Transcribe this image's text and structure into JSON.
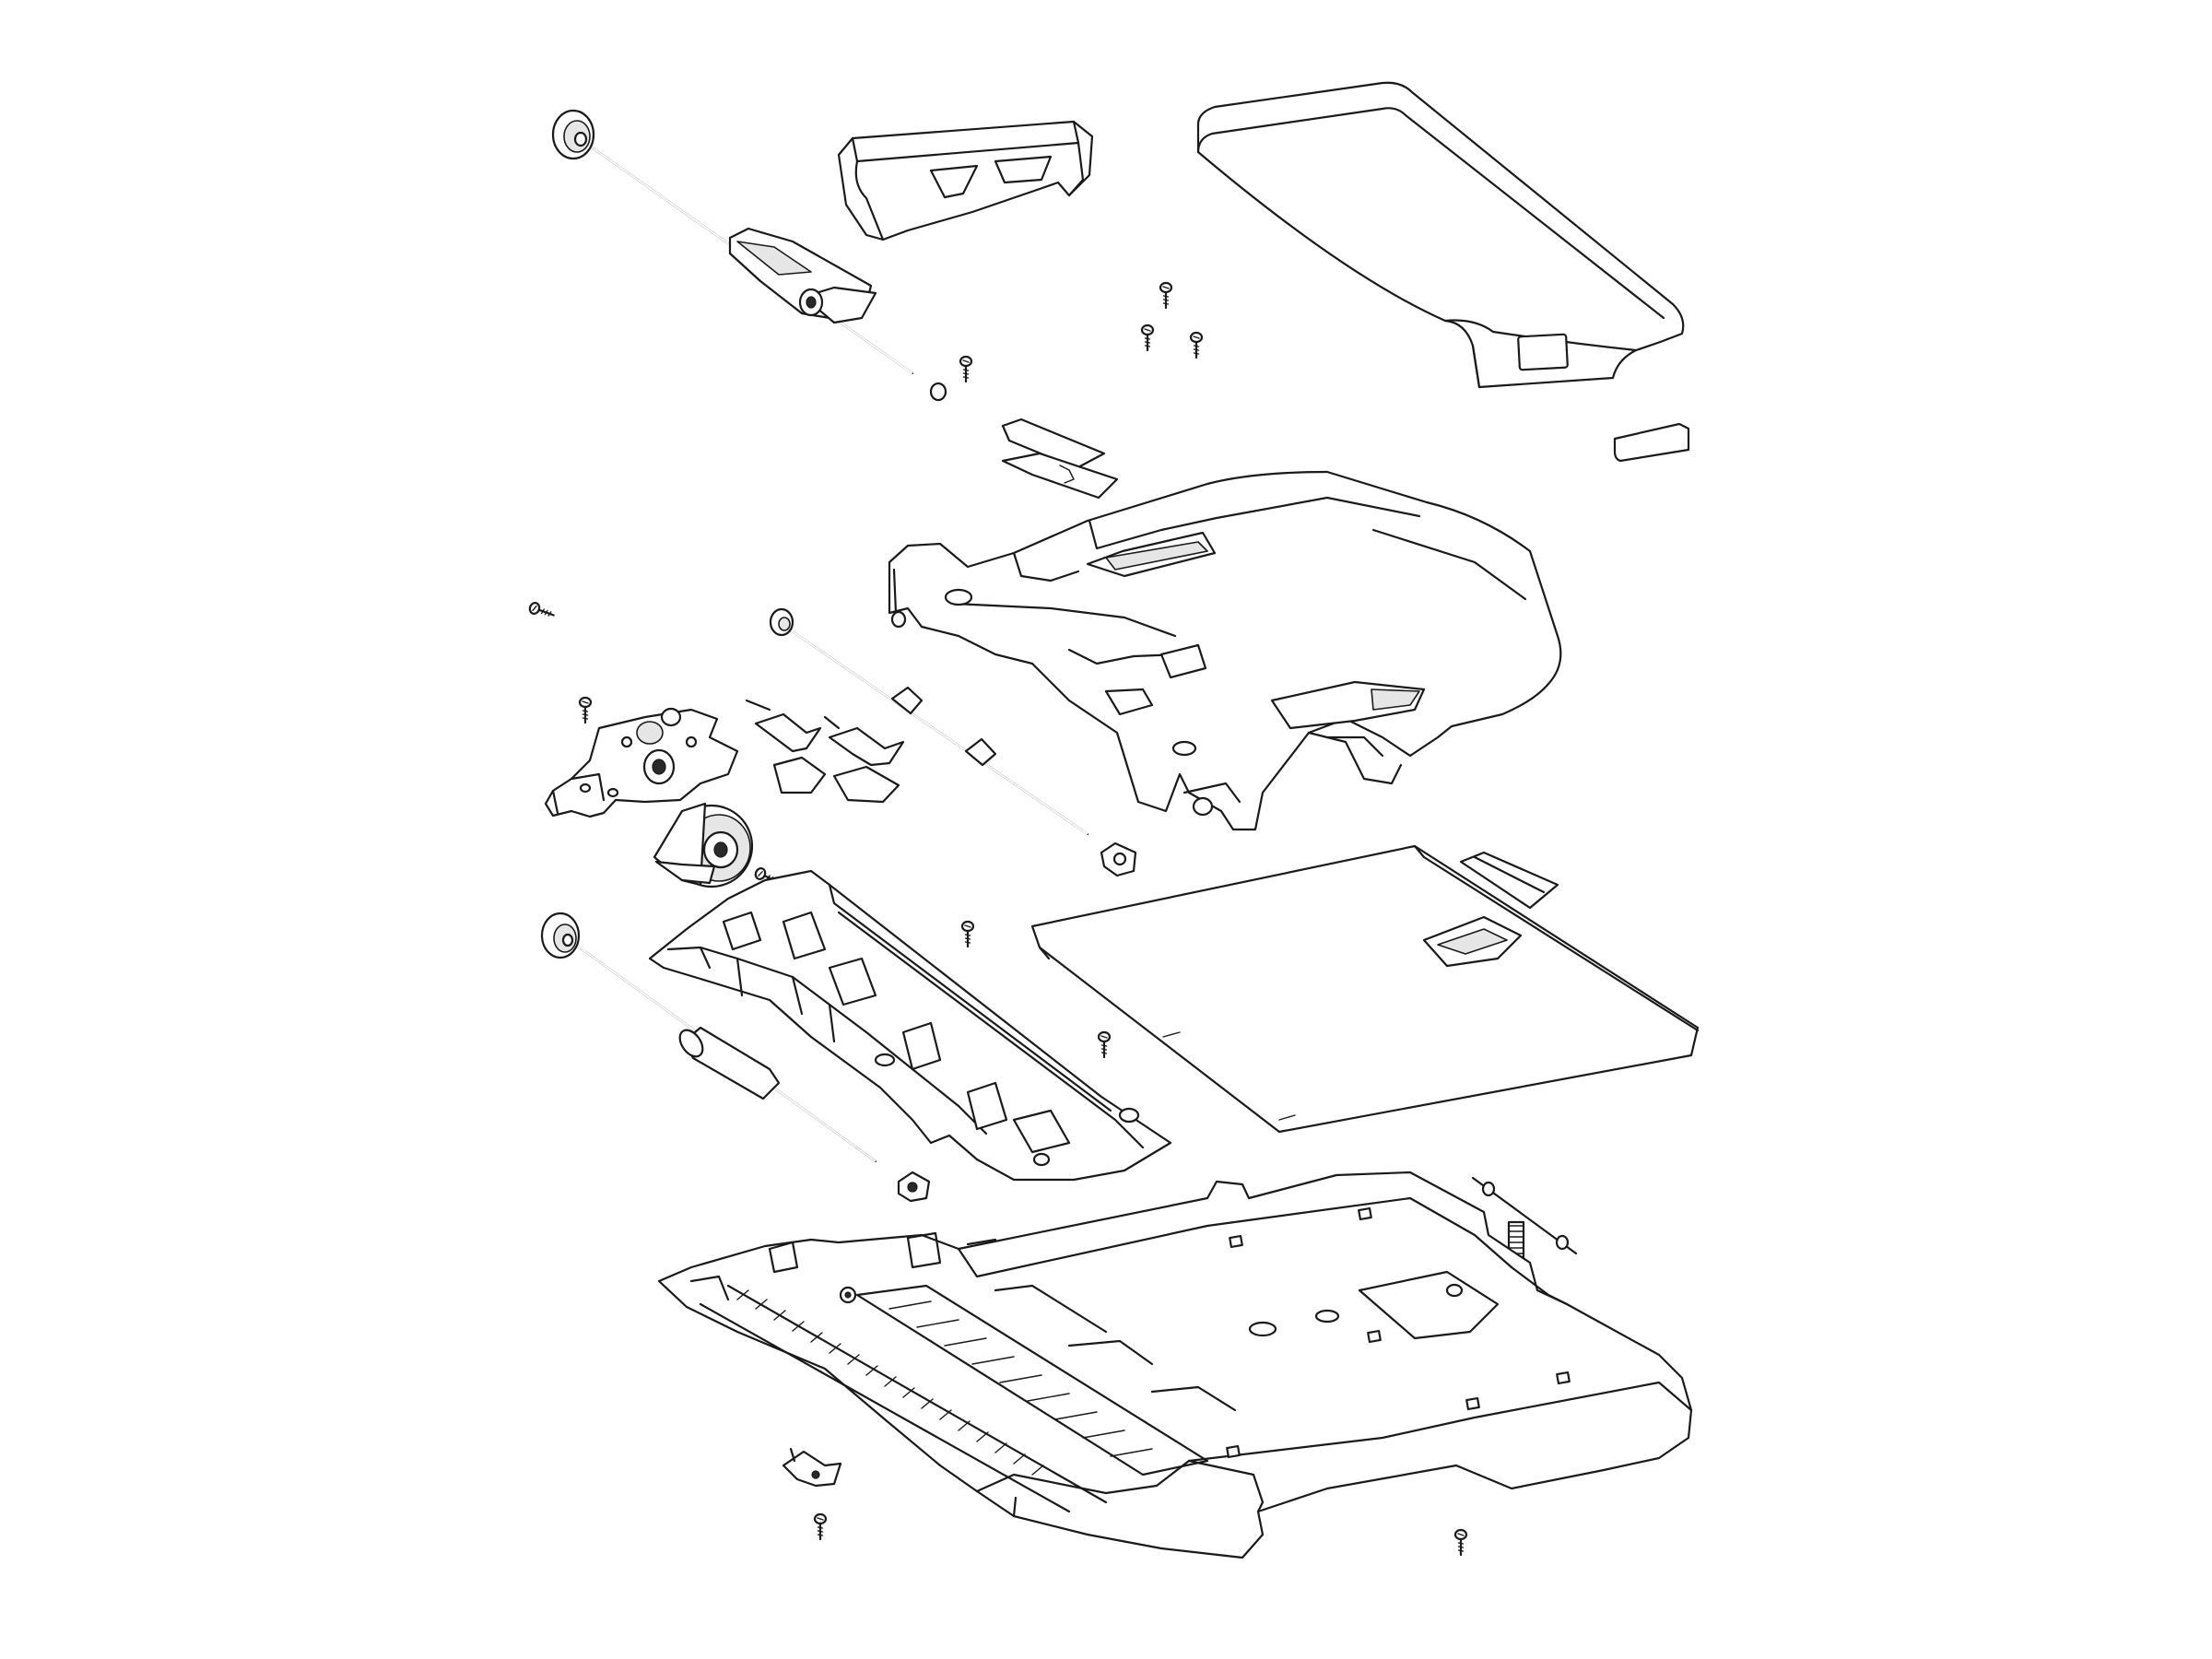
{
  "diagram": {
    "kind": "exploded-parts-view",
    "parts": [
      {
        "id": "top-cover"
      },
      {
        "id": "cover-label"
      },
      {
        "id": "front-cover"
      },
      {
        "id": "pickup-roller-shaft"
      },
      {
        "id": "cover-screw-1"
      },
      {
        "id": "cover-screw-2"
      },
      {
        "id": "cover-screw-3"
      },
      {
        "id": "shaft-screw"
      },
      {
        "id": "guide-plate-pair"
      },
      {
        "id": "input-tray"
      },
      {
        "id": "lone-screw"
      },
      {
        "id": "drive-bracket"
      },
      {
        "id": "bracket-screw"
      },
      {
        "id": "small-brackets"
      },
      {
        "id": "feed-roller-shaft"
      },
      {
        "id": "motor"
      },
      {
        "id": "motor-screw"
      },
      {
        "id": "shaft-bushing"
      },
      {
        "id": "flat-tray-cover"
      },
      {
        "id": "tray-latch-cover"
      },
      {
        "id": "feed-frame"
      },
      {
        "id": "frame-screw-1"
      },
      {
        "id": "frame-screw-2"
      },
      {
        "id": "exit-roller-shaft"
      },
      {
        "id": "exit-bushing"
      },
      {
        "id": "spring-rod"
      },
      {
        "id": "base-chassis"
      },
      {
        "id": "hinge-clip"
      },
      {
        "id": "base-screw-1"
      },
      {
        "id": "base-screw-2"
      }
    ]
  }
}
